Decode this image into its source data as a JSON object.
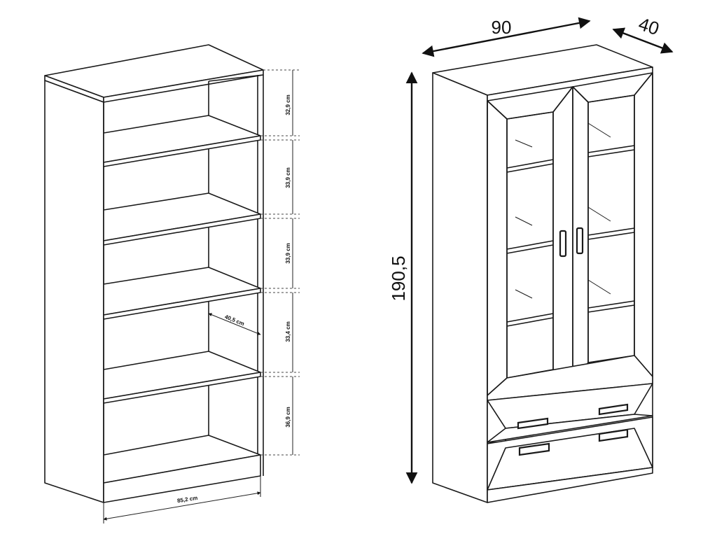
{
  "open_shelf": {
    "shelf_heights": [
      "32,9 cm",
      "33,9 cm",
      "33,9 cm",
      "33,4 cm",
      "36,9 cm"
    ],
    "depth_label": "40,5 cm",
    "width_label": "85,2 cm"
  },
  "cabinet": {
    "width": "90",
    "depth": "40",
    "height": "190,5"
  }
}
